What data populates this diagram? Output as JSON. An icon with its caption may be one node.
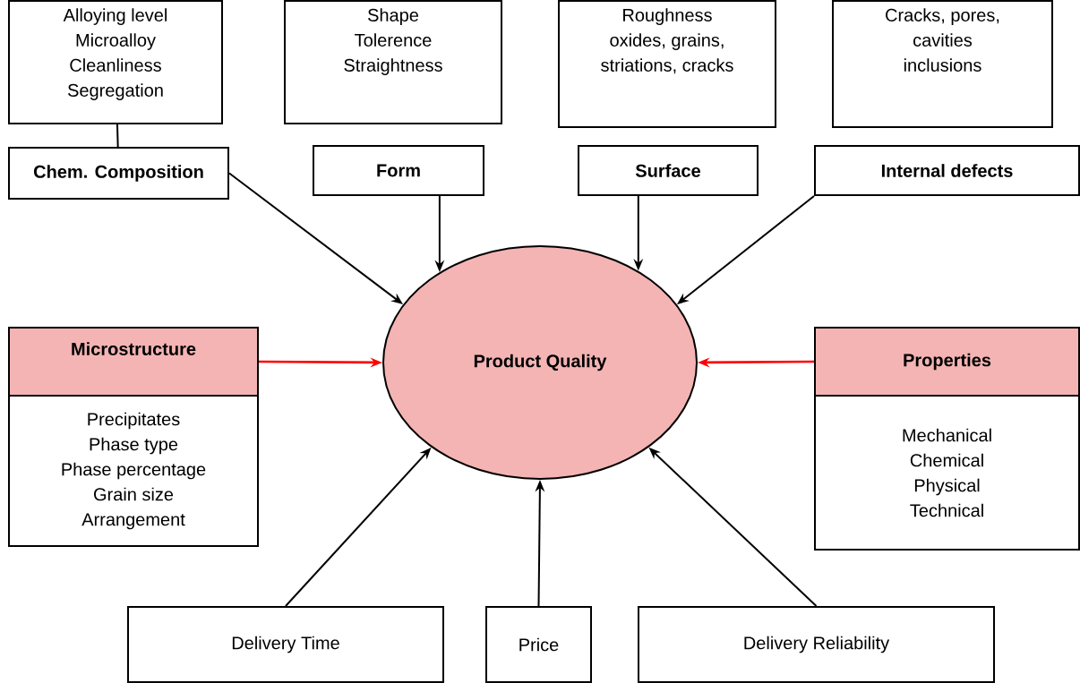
{
  "diagram": {
    "nodes": [
      {
        "text": [
          "Alloying level",
          "Microalloy",
          "Cleanliness",
          "Segregation"
        ]
      },
      {
        "text": [
          "Chem. Composition"
        ]
      },
      {
        "text": [
          "Shape",
          "Tolerence",
          "Straightness"
        ]
      },
      {
        "text": [
          "Form"
        ]
      },
      {
        "text": [
          "Roughness",
          "oxides, grains,",
          "striations, cracks"
        ]
      },
      {
        "text": [
          "Surface"
        ]
      },
      {
        "text": [
          "Cracks, pores,",
          "cavities",
          "inclusions"
        ]
      },
      {
        "text": [
          "Internal defects"
        ]
      },
      {
        "text": [
          "Microstructure"
        ]
      },
      {
        "text": [
          "Precipitates",
          "Phase type",
          "Phase percentage",
          "Grain size",
          "Arrangement"
        ]
      },
      {
        "text": [
          "Product Quality"
        ]
      },
      {
        "text": [
          "Properties"
        ]
      },
      {
        "text": [
          "Mechanical",
          "Chemical",
          "Physical",
          "Technical"
        ]
      },
      {
        "text": [
          "Delivery Time"
        ]
      },
      {
        "text": [
          "Price"
        ]
      },
      {
        "text": [
          "Delivery Reliability"
        ]
      }
    ],
    "edges": [
      {
        "from": 0,
        "to": 1,
        "arrow": "none"
      },
      {
        "from": 1,
        "to": 10,
        "arrow": "to"
      },
      {
        "from": 3,
        "to": 10,
        "arrow": "to"
      },
      {
        "from": 5,
        "to": 10,
        "arrow": "to"
      },
      {
        "from": 7,
        "to": 10,
        "arrow": "to"
      },
      {
        "from": 8,
        "to": 10,
        "arrow": "to",
        "color": "#ff0000"
      },
      {
        "from": 11,
        "to": 10,
        "arrow": "to",
        "color": "#ff0000"
      },
      {
        "from": 13,
        "to": 10,
        "arrow": "to"
      },
      {
        "from": 14,
        "to": 10,
        "arrow": "to"
      },
      {
        "from": 15,
        "to": 10,
        "arrow": "to"
      }
    ]
  }
}
